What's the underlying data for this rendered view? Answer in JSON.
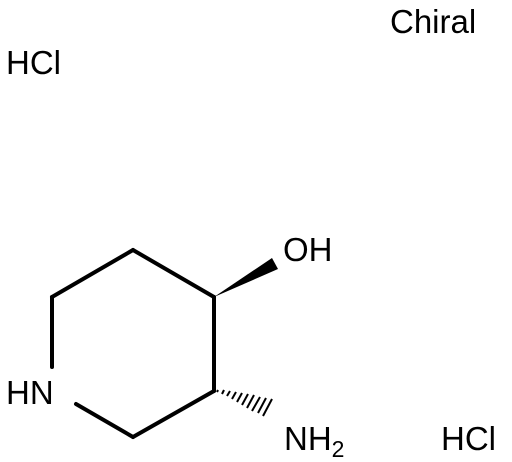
{
  "chiral_label": "Chiral",
  "salt_top": "HCl",
  "salt_bottom": "HCl",
  "atoms": {
    "oh": "OH",
    "nh_ring": "HN",
    "amino_n": "NH",
    "amino_sub": "2"
  },
  "colors": {
    "ink": "#000000",
    "background": "#ffffff"
  }
}
